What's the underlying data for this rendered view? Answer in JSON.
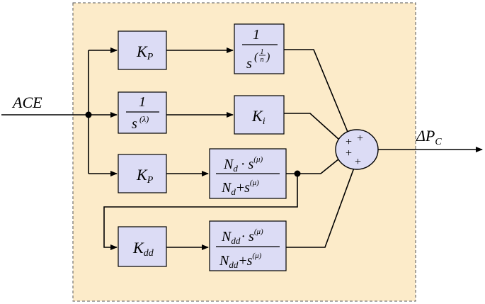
{
  "input": {
    "label": "ACE"
  },
  "output": {
    "label": "ΔP",
    "label_sub": "C"
  },
  "blocks": {
    "kp_top": {
      "label": "K",
      "sub": "P"
    },
    "int_top": {
      "num": "1",
      "den_base": "s",
      "den_exp_num": "1",
      "den_exp_den": "n"
    },
    "frac_integrator": {
      "num": "1",
      "den_base": "s",
      "den_exp": "(λ)"
    },
    "ki": {
      "label": "K",
      "sub": "i"
    },
    "kp_mid": {
      "label": "K",
      "sub": "P"
    },
    "filter_mid": {
      "num_a": "N",
      "num_a_sub": "d",
      "num_dot": "·",
      "num_s": "s",
      "num_exp": "(μ)",
      "den_a": "N",
      "den_a_sub": "d",
      "den_plus": "+",
      "den_s": "s",
      "den_exp": "(μ)"
    },
    "kdd": {
      "label": "K",
      "sub": "dd"
    },
    "filter_bottom": {
      "num_a": "N",
      "num_a_sub": "dd",
      "num_dot": "·",
      "num_s": "s",
      "num_exp": "(μ)",
      "den_a": "N",
      "den_a_sub": "dd",
      "den_plus": "+",
      "den_s": "s",
      "den_exp": "(μ)"
    }
  },
  "summing_junction": {
    "signs": [
      "+",
      "+",
      "+",
      "+"
    ]
  },
  "colors": {
    "background": "#fcebc9",
    "block_fill": "#dcdcf5",
    "line": "#000000"
  }
}
